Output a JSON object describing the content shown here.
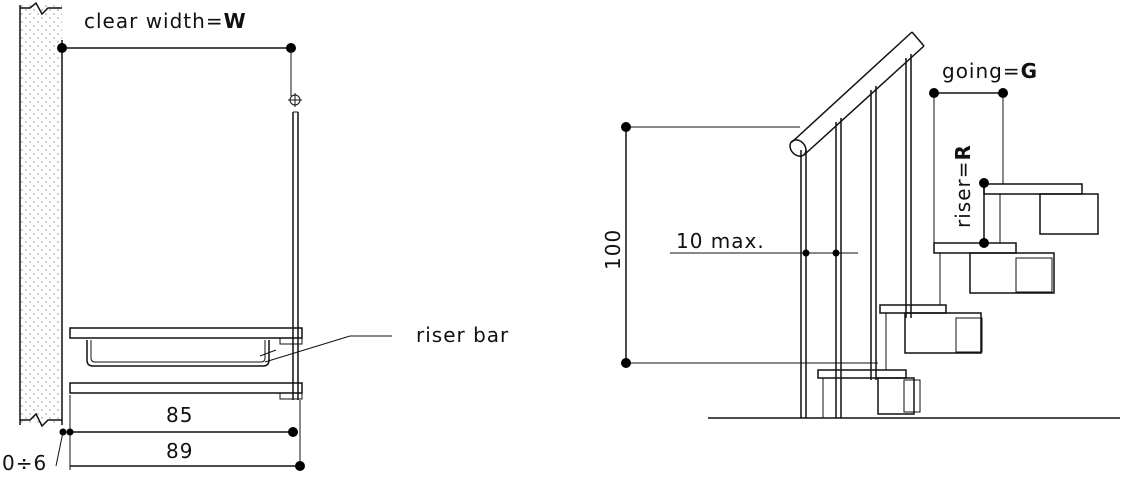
{
  "plan_view": {
    "clear_width_text": "clear width=",
    "clear_width_symbol": "W",
    "riser_bar_label": "riser bar",
    "dim_85": "85",
    "dim_89": "89",
    "dim_gap": "0÷6"
  },
  "side_view": {
    "going_text": "going=",
    "going_symbol": "G",
    "riser_text": "riser=",
    "riser_symbol": "R",
    "height_dim": "100",
    "gap_label": "10 max."
  },
  "colors": {
    "line": "#111111",
    "wall_fill": "#f7f7f7",
    "dot": "#000000"
  }
}
